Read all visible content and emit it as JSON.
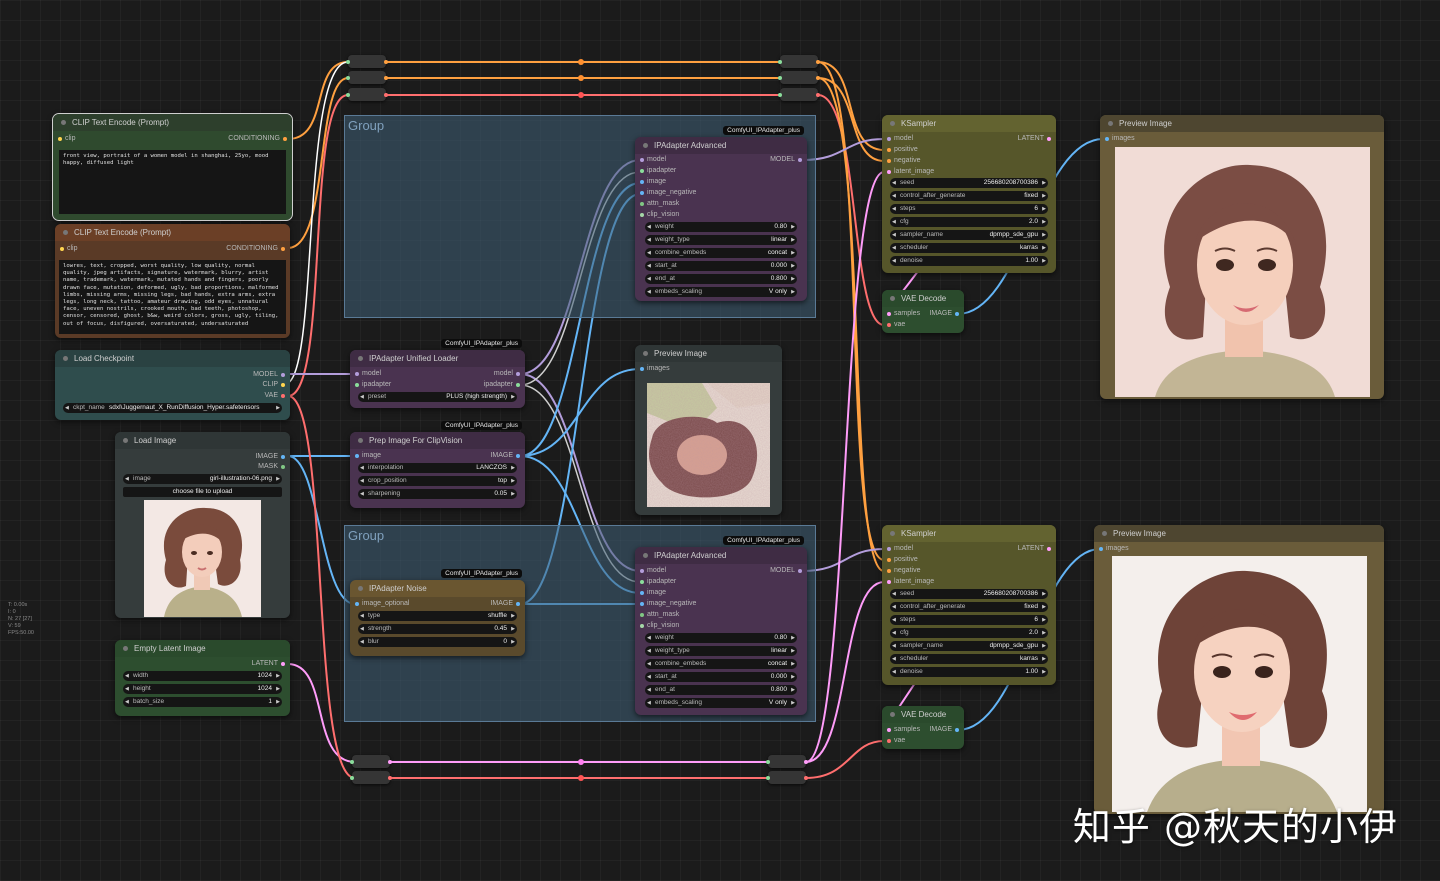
{
  "colors": {
    "model": "#b39ddb",
    "clip": "#ffd54f",
    "conditioning": "#ffa040",
    "vae": "#ff6e6e",
    "image": "#64b5f6",
    "latent": "#ff9cf9",
    "ipadapter": "#8bdd9b",
    "mask": "#81c784",
    "clip_vision": "#a5d6a7"
  },
  "groups": [
    {
      "title": "Group"
    },
    {
      "title": "Group"
    }
  ],
  "clip_pos": {
    "title": "CLIP Text Encode (Prompt)",
    "input": "clip",
    "output": "CONDITIONING",
    "text": "front view, portrait of a women model in shanghai, 25yo, mood happy, diffused light"
  },
  "clip_neg": {
    "title": "CLIP Text Encode (Prompt)",
    "input": "clip",
    "output": "CONDITIONING",
    "text": "lowres, text, cropped, worst quality, low quality, normal quality, jpeg artifacts, signature, watermark, blurry, artist name, trademark, watermark, mutated hands and fingers, poorly drawn face, mutation, deformed, ugly, bad proportions, malformed limbs, missing arms, missing legs, bad hands, extra arms, extra legs, long neck, tattoo, amateur drawing, odd eyes, unnatural face, uneven nostrils, crooked mouth, bad teeth, photoshop, censor, censored, ghost, b&w, weird colors, gross, ugly, tiling, out of focus, disfigured, oversaturated, undersaturated"
  },
  "checkpoint": {
    "title": "Load Checkpoint",
    "outputs": [
      "MODEL",
      "CLIP",
      "VAE"
    ],
    "ckpt_label": "ckpt_name",
    "ckpt_value": "sdxl\\Juggernaut_X_RunDiffusion_Hyper.safetensors"
  },
  "load_image": {
    "title": "Load Image",
    "outputs": [
      "IMAGE",
      "MASK"
    ],
    "image_label": "image",
    "image_value": "girl-illustration-06.png",
    "upload_label": "choose file to upload"
  },
  "empty_latent": {
    "title": "Empty Latent Image",
    "output": "LATENT",
    "width_label": "width",
    "width": "1024",
    "height_label": "height",
    "height": "1024",
    "batch_label": "batch_size",
    "batch": "1"
  },
  "unified_loader": {
    "badge": "ComfyUI_IPAdapter_plus",
    "title": "IPAdapter Unified Loader",
    "inputs": [
      "model",
      "ipadapter"
    ],
    "outputs": [
      "model",
      "ipadapter"
    ],
    "preset_label": "preset",
    "preset": "PLUS (high strength)"
  },
  "prep_image": {
    "badge": "ComfyUI_IPAdapter_plus",
    "title": "Prep Image For ClipVision",
    "input": "image",
    "output": "IMAGE",
    "widgets": [
      {
        "label": "interpolation",
        "value": "LANCZOS"
      },
      {
        "label": "crop_position",
        "value": "top"
      },
      {
        "label": "sharpening",
        "value": "0.05"
      }
    ]
  },
  "noise": {
    "badge": "ComfyUI_IPAdapter_plus",
    "title": "IPAdapter Noise",
    "input": "image_optional",
    "output": "IMAGE",
    "widgets": [
      {
        "label": "type",
        "value": "shuffle"
      },
      {
        "label": "strength",
        "value": "0.45"
      },
      {
        "label": "blur",
        "value": "0"
      }
    ]
  },
  "ipa_top": {
    "badge": "ComfyUI_IPAdapter_plus",
    "title": "IPAdapter Advanced",
    "inputs": [
      "model",
      "ipadapter",
      "image",
      "image_negative",
      "attn_mask",
      "clip_vision"
    ],
    "output": "MODEL",
    "widgets": [
      {
        "label": "weight",
        "value": "0.80"
      },
      {
        "label": "weight_type",
        "value": "linear"
      },
      {
        "label": "combine_embeds",
        "value": "concat"
      },
      {
        "label": "start_at",
        "value": "0.000"
      },
      {
        "label": "end_at",
        "value": "0.800"
      },
      {
        "label": "embeds_scaling",
        "value": "V only"
      }
    ]
  },
  "ipa_bottom": {
    "badge": "ComfyUI_IPAdapter_plus",
    "title": "IPAdapter Advanced",
    "inputs": [
      "model",
      "ipadapter",
      "image",
      "image_negative",
      "attn_mask",
      "clip_vision"
    ],
    "output": "MODEL",
    "widgets": [
      {
        "label": "weight",
        "value": "0.80"
      },
      {
        "label": "weight_type",
        "value": "linear"
      },
      {
        "label": "combine_embeds",
        "value": "concat"
      },
      {
        "label": "start_at",
        "value": "0.000"
      },
      {
        "label": "end_at",
        "value": "0.800"
      },
      {
        "label": "embeds_scaling",
        "value": "V only"
      }
    ]
  },
  "preview_mid": {
    "title": "Preview Image",
    "input": "images"
  },
  "ks_top": {
    "title": "KSampler",
    "inputs": [
      "model",
      "positive",
      "negative",
      "latent_image"
    ],
    "output": "LATENT",
    "widgets": [
      {
        "label": "seed",
        "value": "256680208700386"
      },
      {
        "label": "control_after_generate",
        "value": "fixed"
      },
      {
        "label": "steps",
        "value": "6"
      },
      {
        "label": "cfg",
        "value": "2.0"
      },
      {
        "label": "sampler_name",
        "value": "dpmpp_sde_gpu"
      },
      {
        "label": "scheduler",
        "value": "karras"
      },
      {
        "label": "denoise",
        "value": "1.00"
      }
    ]
  },
  "ks_bottom": {
    "title": "KSampler",
    "inputs": [
      "model",
      "positive",
      "negative",
      "latent_image"
    ],
    "output": "LATENT",
    "widgets": [
      {
        "label": "seed",
        "value": "256680208700386"
      },
      {
        "label": "control_after_generate",
        "value": "fixed"
      },
      {
        "label": "steps",
        "value": "6"
      },
      {
        "label": "cfg",
        "value": "2.0"
      },
      {
        "label": "sampler_name",
        "value": "dpmpp_sde_gpu"
      },
      {
        "label": "scheduler",
        "value": "karras"
      },
      {
        "label": "denoise",
        "value": "1.00"
      }
    ]
  },
  "vae_top": {
    "title": "VAE Decode",
    "inputs": [
      "samples",
      "vae"
    ],
    "output": "IMAGE"
  },
  "vae_bottom": {
    "title": "VAE Decode",
    "inputs": [
      "samples",
      "vae"
    ],
    "output": "IMAGE"
  },
  "preview_top": {
    "title": "Preview Image",
    "input": "images"
  },
  "preview_bottom": {
    "title": "Preview Image",
    "input": "images"
  },
  "stats": [
    "T: 0.00s",
    "I: 0",
    "N: 27 [27]",
    "V: 59",
    "FPS:50.00"
  ],
  "watermark": "知乎 @秋天的小伊"
}
